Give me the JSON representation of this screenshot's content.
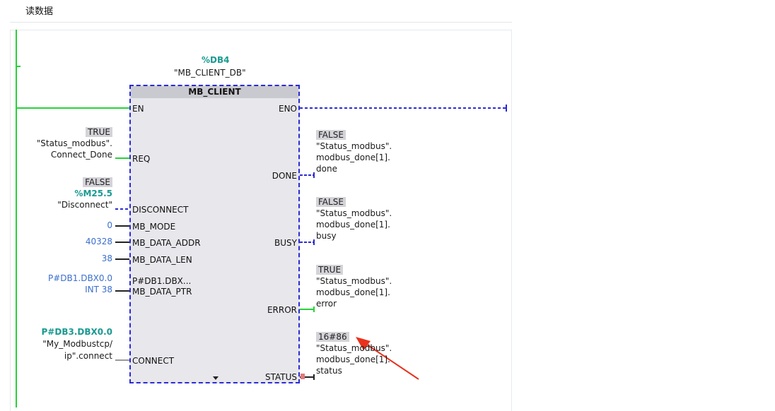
{
  "network": {
    "title": "读数据"
  },
  "instance": {
    "address": "%DB4",
    "name": "\"MB_CLIENT_DB\""
  },
  "block": {
    "name": "MB_CLIENT",
    "inputs": {
      "en": "EN",
      "req": "REQ",
      "disconnect": "DISCONNECT",
      "mb_mode": "MB_MODE",
      "mb_data_addr": "MB_DATA_ADDR",
      "mb_data_len": "MB_DATA_LEN",
      "mb_data_ptr_value": "P#DB1.DBX...",
      "mb_data_ptr": "MB_DATA_PTR",
      "connect": "CONNECT"
    },
    "outputs": {
      "eno": "ENO",
      "done": "DONE",
      "busy": "BUSY",
      "error": "ERROR",
      "status": "STATUS"
    }
  },
  "params": {
    "req": {
      "state": "TRUE",
      "line1": "\"Status_modbus\".",
      "line2": "Connect_Done"
    },
    "disconnect": {
      "state": "FALSE",
      "address": "%M25.5",
      "name": "\"Disconnect\""
    },
    "mb_mode": {
      "value": "0"
    },
    "mb_data_addr": {
      "value": "40328"
    },
    "mb_data_len": {
      "value": "38"
    },
    "mb_data_ptr": {
      "line1": "P#DB1.DBX0.0",
      "line2": "INT 38"
    },
    "connect": {
      "address": "P#DB3.DBX0.0",
      "line1": "\"My_Modbustcp/",
      "line2": "ip\".connect"
    },
    "done": {
      "state": "FALSE",
      "line1": "\"Status_modbus\".",
      "line2": "modbus_done[1].",
      "line3": "done"
    },
    "busy": {
      "state": "FALSE",
      "line1": "\"Status_modbus\".",
      "line2": "modbus_done[1].",
      "line3": "busy"
    },
    "error": {
      "state": "TRUE",
      "line1": "\"Status_modbus\".",
      "line2": "modbus_done[1].",
      "line3": "error"
    },
    "status": {
      "value": "16#86",
      "line1": "\"Status_modbus\".",
      "line2": "modbus_done[1].",
      "line3": "status"
    }
  },
  "colors": {
    "power_flow": "#27d23a",
    "no_flow": "#2b2bd6",
    "constant": "#3b6fcc",
    "operand_address": "#1a9a91",
    "annotation_arrow": "#e8321e"
  }
}
